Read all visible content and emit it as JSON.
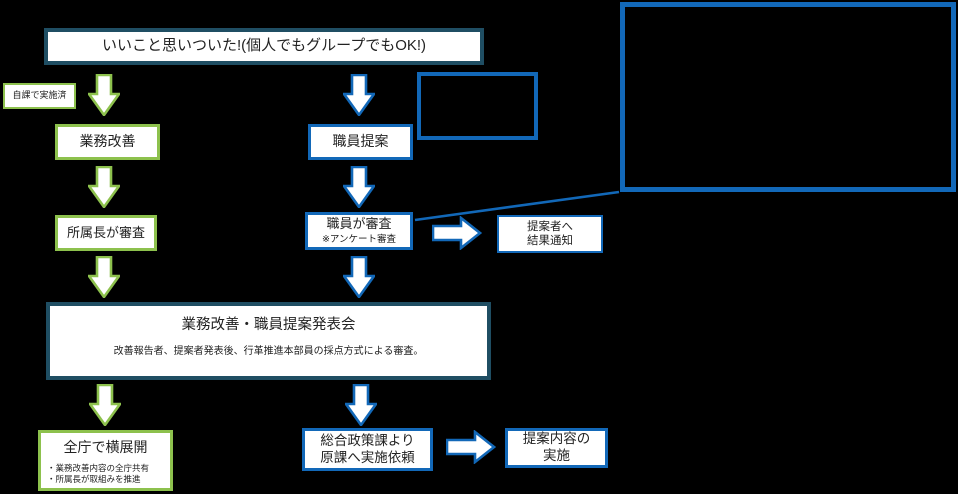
{
  "diagram": {
    "title_box": "いいこと思いついた!(個人でもグループでもOK!)",
    "self_implemented_label": "自課で実施済",
    "kaizen_track": {
      "step1": "業務改善",
      "step2": "所属長が審査",
      "final": {
        "title": "全庁で横展開",
        "bullets": [
          "・業務改善内容の全庁共有",
          "・所属長が取組みを推進"
        ]
      }
    },
    "teian_track": {
      "step1": "職員提案",
      "review_line1": "職員が審査",
      "review_line2": "※アンケート審査",
      "notify_line1": "提案者へ",
      "notify_line2": "結果通知",
      "request_line1": "総合政策課より",
      "request_line2": "原課へ実施依頼",
      "implement_line1": "提案内容の",
      "implement_line2": "実施"
    },
    "presentation_box": {
      "title": "業務改善・職員提案発表会",
      "subtitle": "改善報告者、提案者発表後、行革推進本部員の採点方式による審査。"
    },
    "colors": {
      "green_accent": "#8DC14D",
      "blue_accent": "#1268B8",
      "dark_teal_border": "#1F4E63",
      "background": "#000000"
    }
  }
}
